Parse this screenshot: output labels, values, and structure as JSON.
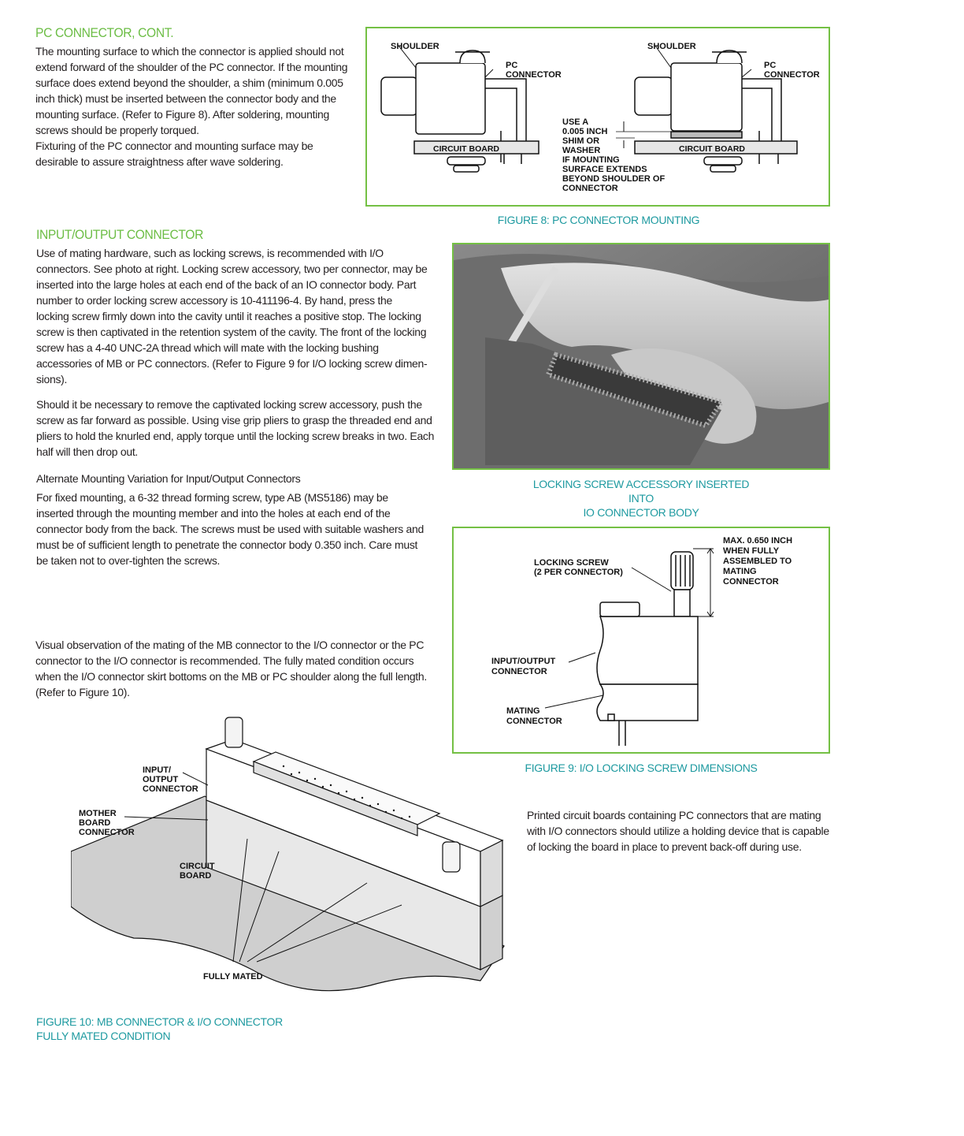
{
  "pc_connector": {
    "heading": "PC CONNECTOR, CONT.",
    "paragraph": "The mounting surface to which the connector is applied should not\nextend forward of the shoulder of the PC connector. If the mounting\nsurface does extend beyond the shoulder, a shim (minimum 0.005\ninch thick) must be inserted between the connector body and the\nmounting surface. (Refer to Figure 8). After soldering, mounting\nscrews should be properly torqued.\nFixturing of the PC connector and mounting surface may be\ndesirable to assure straightness after wave soldering."
  },
  "figure8": {
    "left": {
      "shoulder": "SHOULDER",
      "pc": "PC",
      "connector": "CONNECTOR",
      "circuit_board": "CIRCUIT BOARD"
    },
    "right": {
      "shoulder": "SHOULDER",
      "pc": "PC",
      "connector": "CONNECTOR",
      "circuit_board": "CIRCUIT BOARD"
    },
    "note_lines": [
      "USE A",
      "0.005 INCH",
      "SHIM OR",
      "WASHER",
      "IF MOUNTING",
      "SURFACE EXTENDS",
      "BEYOND SHOULDER OF",
      "CONNECTOR"
    ],
    "caption": "FIGURE 8: PC CONNECTOR MOUNTING"
  },
  "io_connector": {
    "heading": "INPUT/OUTPUT CONNECTOR",
    "paragraph1": "Use of mating hardware, such as locking screws, is recommended with I/O\nconnectors. See photo at right. Locking screw accessory, two per connector, may be\ninserted into the large holes at each end of the back of an IO connector body. Part\nnumber to order locking screw accessory is 10-411196-4. By hand, press the\nlocking screw firmly down into the cavity until it reaches a positive stop. The locking\nscrew is then captivated in the retention system of the cavity. The front of the locking\nscrew has a 4-40 UNC-2A thread which will mate with the locking bushing\naccessories of MB or PC connectors. (Refer to Figure 9 for I/O locking screw dimen-\nsions).",
    "paragraph2": "Should it be necessary to remove the captivated locking screw accessory, push the\nscrew as far forward as possible. Using vise grip pliers to grasp the threaded end and\npliers to hold the knurled end, apply torque until the locking screw breaks in two. Each\nhalf will then drop out.",
    "subheading": "Alternate Mounting Variation for Input/Output Connectors",
    "paragraph3": "For fixed mounting, a 6-32 thread forming screw, type AB (MS5186) may be\ninserted through the mounting member and into the holes at each end of the\nconnector body from the back. The screws must be used with suitable washers and\nmust be of sufficient length to penetrate the connector body 0.350 inch. Care must\nbe taken not to over-tighten the screws.",
    "paragraph4": "Visual observation of the mating of the MB connector to the I/O connector or the PC\nconnector to the I/O connector is recommended. The fully mated condition occurs\nwhen the I/O connector skirt bottoms on the MB or PC shoulder along the full length.\n(Refer to Figure 10)."
  },
  "photo": {
    "caption": "LOCKING SCREW ACCESSORY INSERTED INTO\nIO CONNECTOR BODY"
  },
  "figure9": {
    "locking_screw": [
      "LOCKING SCREW",
      "(2 PER CONNECTOR)"
    ],
    "max_note": [
      "MAX. 0.650 INCH",
      "WHEN FULLY",
      "ASSEMBLED TO",
      "MATING",
      "CONNECTOR"
    ],
    "io_label": [
      "INPUT/OUTPUT",
      "CONNECTOR"
    ],
    "mating_label": [
      "MATING",
      "CONNECTOR"
    ],
    "caption": "FIGURE 9: I/O LOCKING SCREW DIMENSIONS"
  },
  "figure10": {
    "io_label": [
      "INPUT/",
      "OUTPUT",
      "CONNECTOR"
    ],
    "mb_label": [
      "MOTHER",
      "BOARD",
      "CONNECTOR"
    ],
    "board_label": [
      "CIRCUIT",
      "BOARD"
    ],
    "mated_label": "FULLY MATED",
    "caption": "FIGURE 10: MB CONNECTOR & I/O  CONNECTOR\n FULLY MATED CONDITION"
  },
  "printed_boards": {
    "paragraph": "Printed circuit boards containing PC connectors that are mating\nwith I/O connectors should utilize a holding device that is capable\nof locking the board in place to prevent back-off during use."
  }
}
